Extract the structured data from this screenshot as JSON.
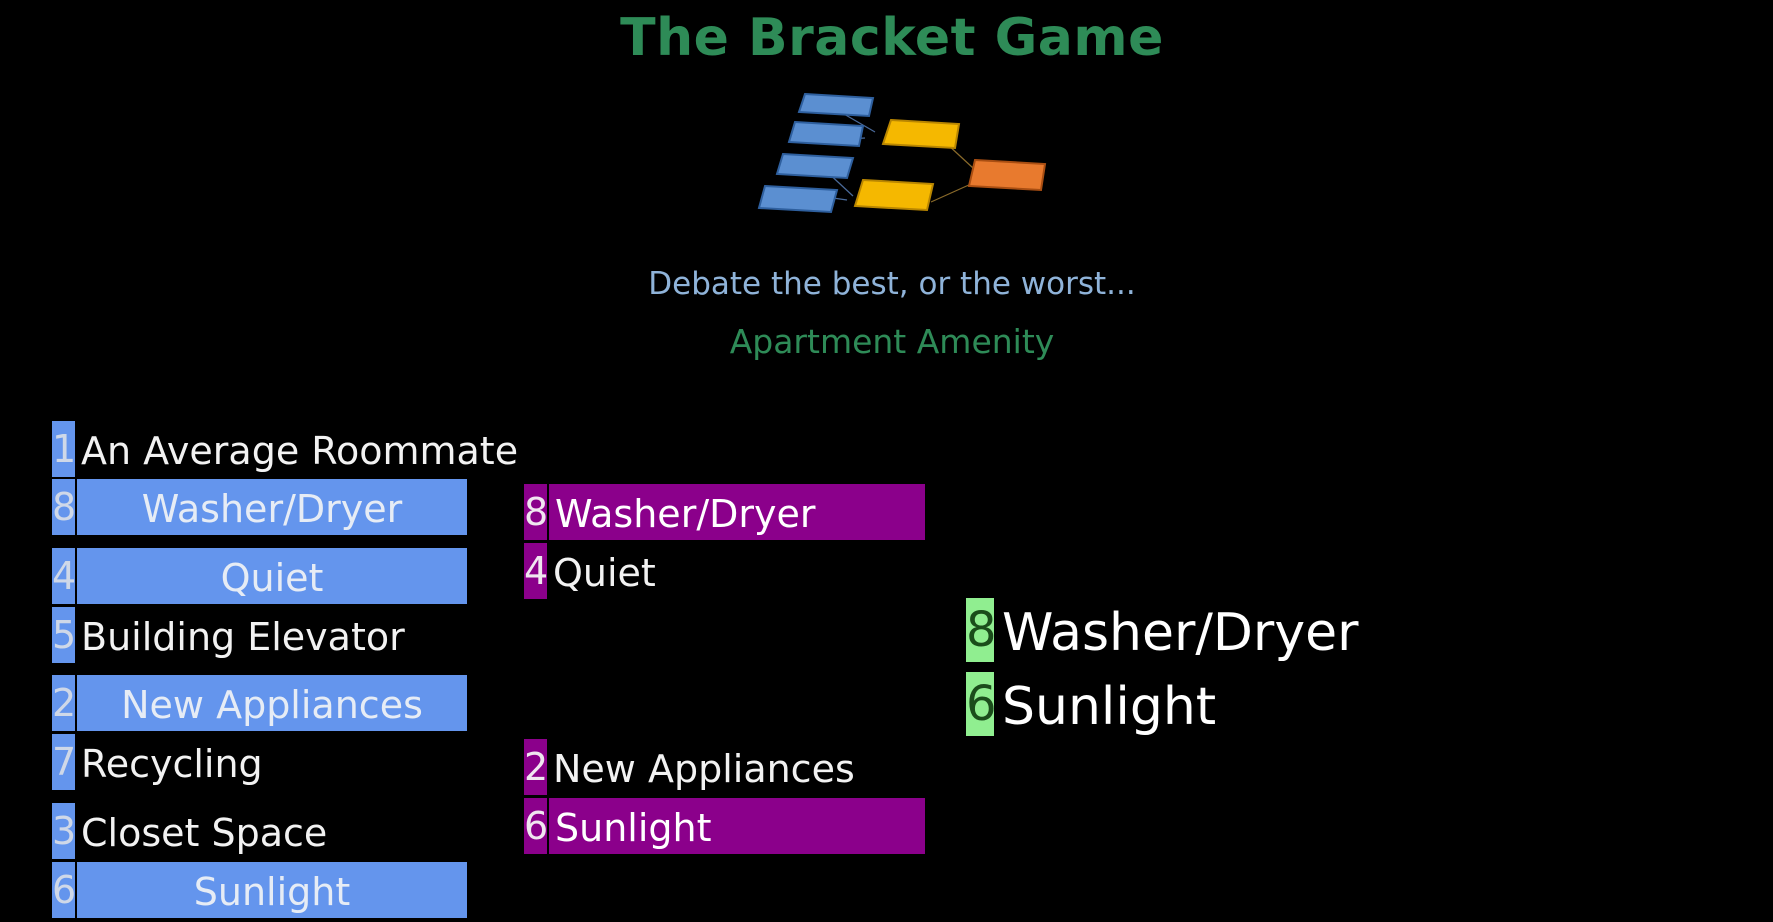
{
  "header": {
    "title": "The Bracket Game",
    "tagline": "Debate the best, or the worst...",
    "category": "Apartment Amenity"
  },
  "logo": {
    "icon": "bracket-blocks-logo",
    "colors": {
      "round1": "#5b8fd1",
      "round2": "#f5b800",
      "final": "#e87a2e"
    }
  },
  "colors": {
    "round1": "#6495ed",
    "round2": "#8b008b",
    "final": "#90ee90",
    "title": "#2e8b57",
    "tagline": "#8fb3d9"
  },
  "round1": [
    {
      "seed": "1",
      "name": "An Average Roommate",
      "winner": false
    },
    {
      "seed": "8",
      "name": "Washer/Dryer",
      "winner": true
    },
    {
      "seed": "4",
      "name": "Quiet",
      "winner": true
    },
    {
      "seed": "5",
      "name": "Building Elevator",
      "winner": false
    },
    {
      "seed": "2",
      "name": "New Appliances",
      "winner": true
    },
    {
      "seed": "7",
      "name": "Recycling",
      "winner": false
    },
    {
      "seed": "3",
      "name": "Closet Space",
      "winner": false
    },
    {
      "seed": "6",
      "name": "Sunlight",
      "winner": true
    }
  ],
  "round2": [
    {
      "seed": "8",
      "name": "Washer/Dryer",
      "winner": true
    },
    {
      "seed": "4",
      "name": "Quiet",
      "winner": false
    },
    {
      "seed": "2",
      "name": "New Appliances",
      "winner": false
    },
    {
      "seed": "6",
      "name": "Sunlight",
      "winner": true
    }
  ],
  "final": [
    {
      "seed": "8",
      "name": "Washer/Dryer"
    },
    {
      "seed": "6",
      "name": "Sunlight"
    }
  ]
}
